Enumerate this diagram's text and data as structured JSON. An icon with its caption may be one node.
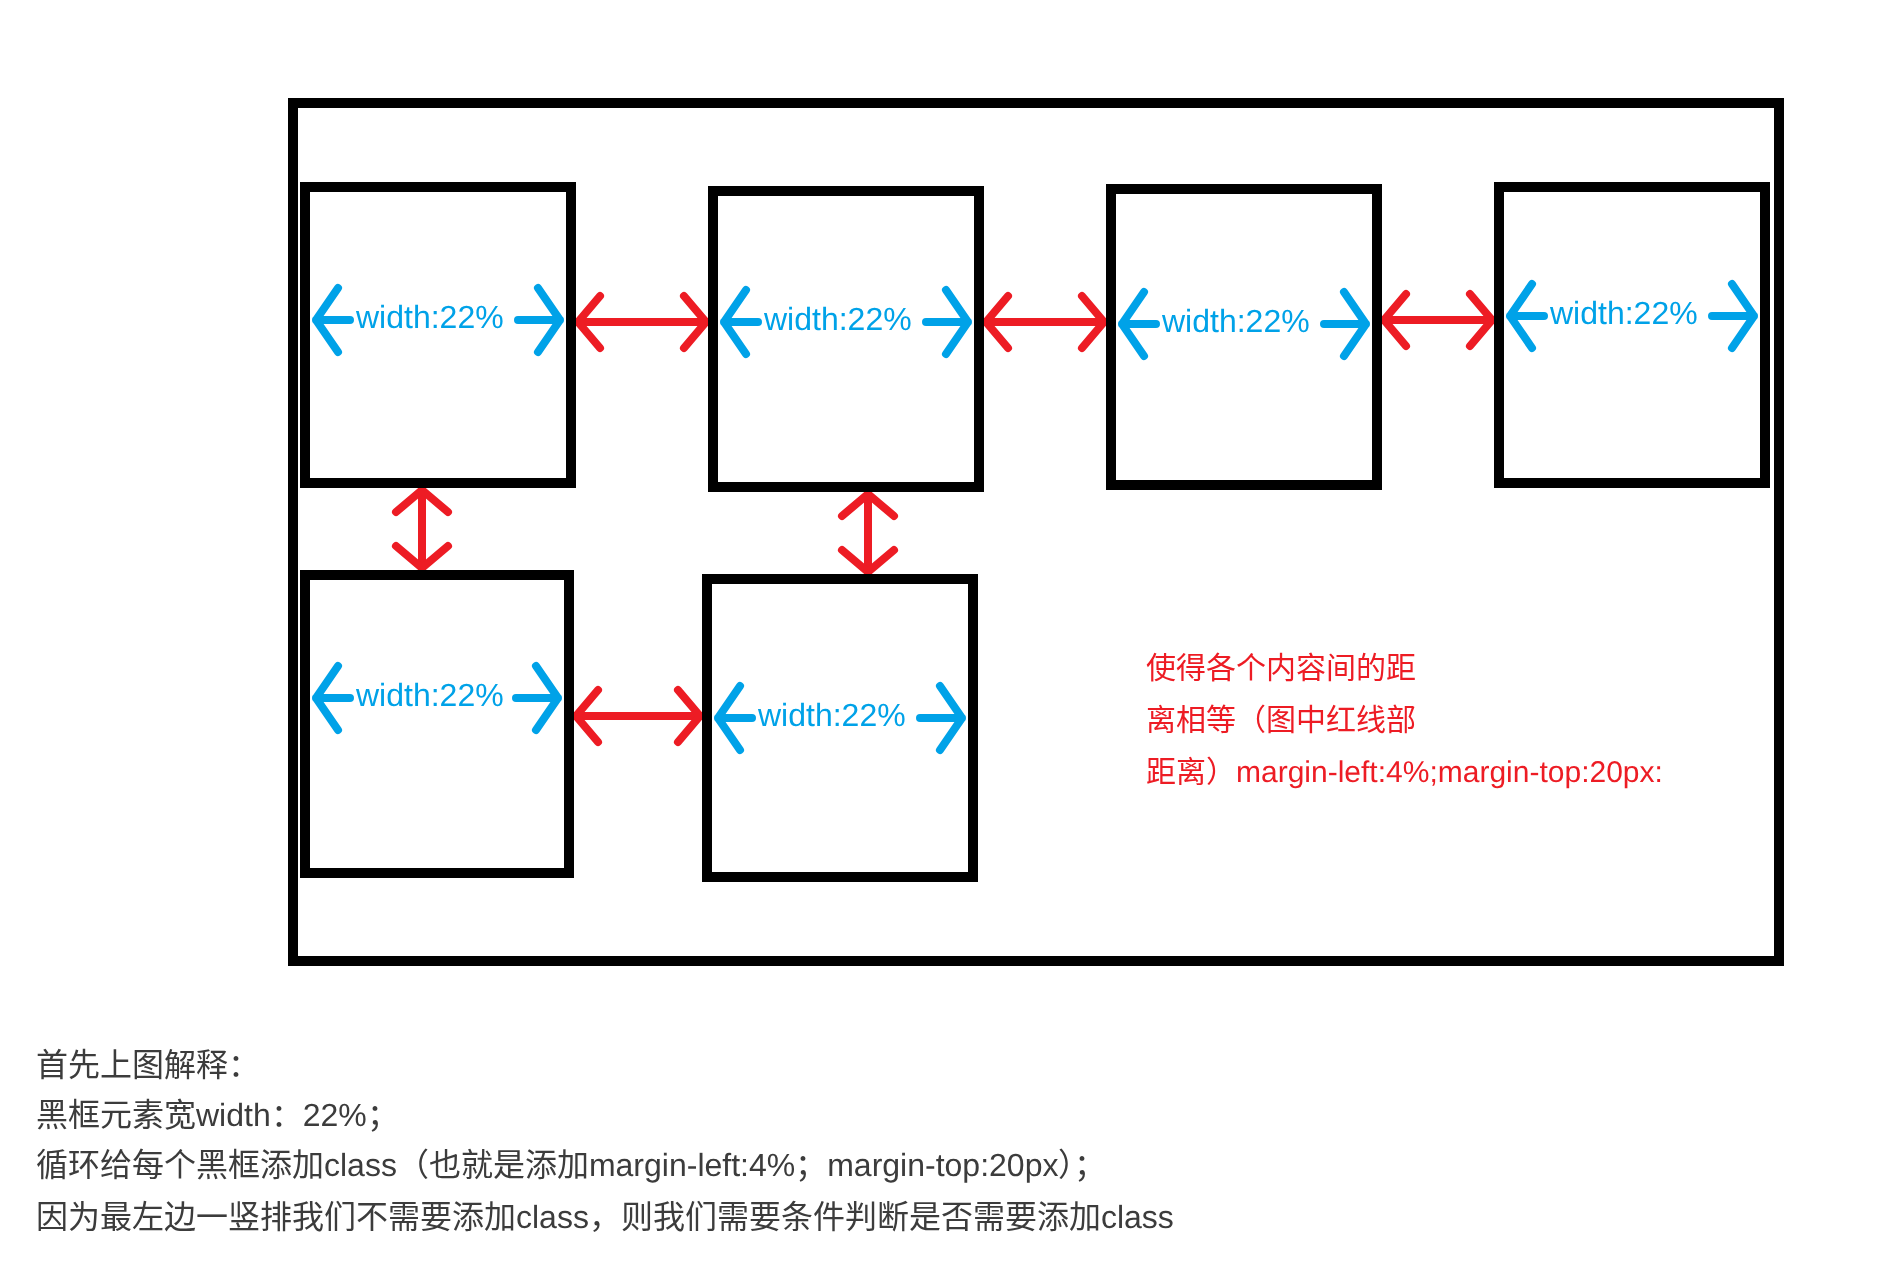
{
  "diagram": {
    "nodes": [
      {
        "text": [],
        "shape": "box"
      },
      {
        "text": [
          "width:22%"
        ],
        "in": 0
      },
      {
        "text": [
          "width:22%"
        ],
        "in": 0
      },
      {
        "text": [
          "width:22%"
        ],
        "in": 0
      },
      {
        "text": [
          "width:22%"
        ],
        "in": 0
      },
      {
        "text": [
          "width:22%"
        ],
        "in": 0
      },
      {
        "text": [
          "width:22%"
        ],
        "in": 0
      }
    ],
    "edges": [
      {
        "from": 1,
        "to": 2,
        "arrow": "both"
      },
      {
        "from": 2,
        "to": 3,
        "arrow": "both"
      },
      {
        "from": 3,
        "to": 4,
        "arrow": "both"
      },
      {
        "from": 1,
        "to": 5,
        "arrow": "both"
      },
      {
        "from": 2,
        "to": 6,
        "arrow": "both"
      },
      {
        "from": 5,
        "to": 6,
        "arrow": "both"
      }
    ],
    "labels": [
      "使得各个内容间的距离相等（图中红线部距离）margin-left:4%;margin-top:20px:",
      "首先上图解释：",
      "黑框元素宽width：22%；",
      "循环给每个黑框添加class（也就是添加margin-left:4%；margin-top:20px）；",
      "因为最左边一竖排我们不需要添加class，则我们需要条件判断是否需要添加class"
    ]
  }
}
